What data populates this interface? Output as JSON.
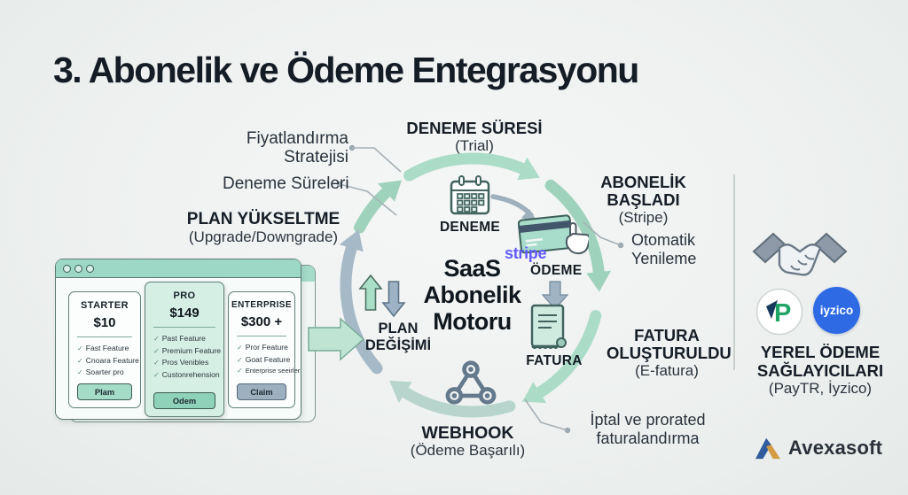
{
  "title": "3. Abonelik ve Ödeme Entegrasyonu",
  "annotations": {
    "pricing_strategy_l1": "Fiyatlandırma",
    "pricing_strategy_l2": "Stratejisi",
    "trial_periods": "Deneme Süreleri",
    "plan_upgrade_title": "PLAN YÜKSELTME",
    "plan_upgrade_sub": "(Upgrade/Downgrade)",
    "auto_renew_l1": "Otomatik",
    "auto_renew_l2": "Yenileme",
    "cancel_l1": "İptal ve prorated",
    "cancel_l2": "faturalandırma"
  },
  "stages": {
    "trial_title": "DENEME SÜRESİ",
    "trial_sub": "(Trial)",
    "subscribe_title": "ABONELİK BAŞLADI",
    "subscribe_sub": "(Stripe)",
    "invoice_title_l1": "FATURA",
    "invoice_title_l2": "OLUŞTURULDU",
    "invoice_sub": "(E-fatura)",
    "webhook_title": "WEBHOOK",
    "webhook_sub": "(Ödeme Başarılı)"
  },
  "engine": {
    "center_l1": "SaaS",
    "center_l2": "Abonelik",
    "center_l3": "Motoru",
    "deneme_label": "DENEME",
    "stripe_brand": "stripe",
    "odeme_label": "ÖDEME",
    "fatura_label": "FATURA",
    "plan_change_l1": "PLAN",
    "plan_change_l2": "DEĞİŞİMİ"
  },
  "pricing": {
    "plans": [
      {
        "name": "STARTER",
        "price": "$10",
        "features": [
          "Fast Feature",
          "Cnoara Feature",
          "Soarter pro"
        ],
        "button": "Plam"
      },
      {
        "name": "PRO",
        "price": "$149",
        "features": [
          "Past Feature",
          "Premium Feature",
          "Pros Venibles",
          "Custonrehension"
        ],
        "button": "Odem"
      },
      {
        "name": "ENTERPRISE",
        "price": "$300 +",
        "features": [
          "Pror Feature",
          "Goat Feature",
          "Enterprise seeirler"
        ],
        "button": "Claim"
      }
    ]
  },
  "providers": {
    "title_l1": "YEREL ÖDEME",
    "title_l2": "SAĞLAYICILARI",
    "sub": "(PayTR, İyzico)",
    "paytr_letter": "P",
    "iyzico_label": "iyzico"
  },
  "footer_brand": "Avexasoft",
  "colors": {
    "teal_arrow": "#abdcc8",
    "blue_gray_arrow": "#a6b9c7",
    "stripe_purple": "#635bff",
    "iyzico_blue": "#2d6ae4",
    "paytr_green": "#1fa563",
    "accent_teal": "#9cd8c5"
  }
}
